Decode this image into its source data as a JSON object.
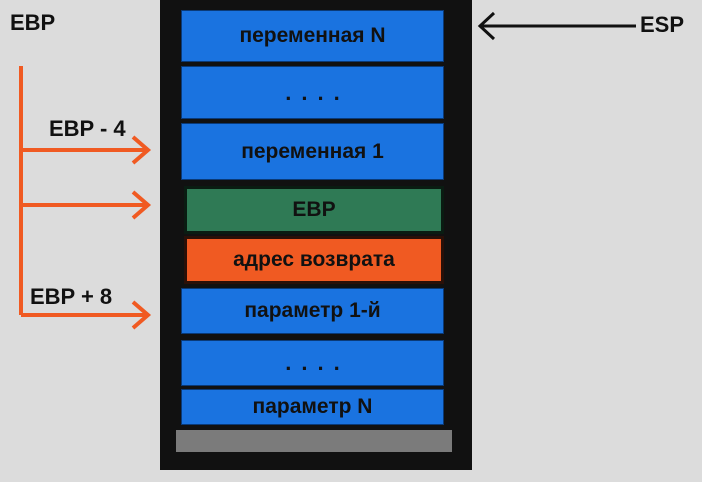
{
  "labels": {
    "ebp": "EBP",
    "esp": "ESP",
    "ebp_minus_4": "EBP - 4",
    "ebp_plus_8": "EBP  + 8"
  },
  "stack": {
    "cells": {
      "var_n": "переменная N",
      "dots_top": "....",
      "var_1": "переменная 1",
      "saved_ebp": "EBP",
      "return_address": "адрес возврата",
      "param_1": "параметр 1-й",
      "dots_bottom": "....",
      "param_n": "параметр N"
    }
  },
  "colors": {
    "background": "#dcdcdc",
    "stack_frame": "#111111",
    "stack_cell": "#1a73e0",
    "saved_ebp_cell": "#2f7a55",
    "return_address_cell": "#f05a22",
    "ebp_arrows": "#f05a22",
    "esp_arrow": "#111111"
  }
}
